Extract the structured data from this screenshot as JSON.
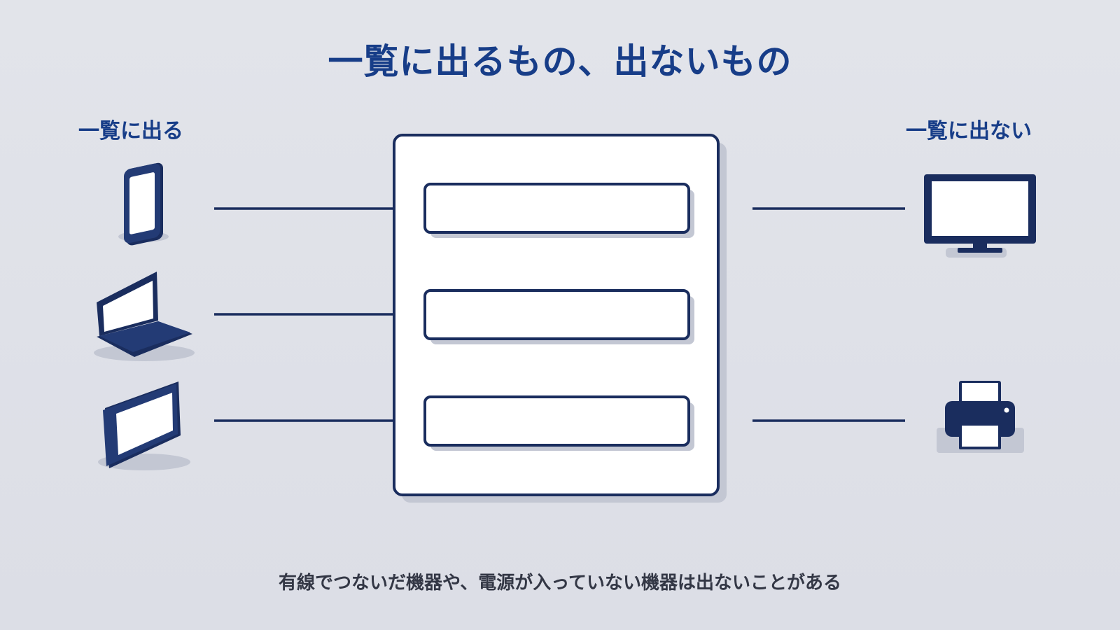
{
  "title": "一覧に出るもの、出ないもの",
  "left_heading": "一覧に出る",
  "right_heading": "一覧に出ない",
  "caption": "有線でつないだ機器や、電源が入っていない機器は出ないことがある",
  "left_devices": [
    {
      "icon": "smartphone-icon"
    },
    {
      "icon": "laptop-icon"
    },
    {
      "icon": "tablet-icon"
    }
  ],
  "right_devices": [
    {
      "icon": "monitor-icon"
    },
    {
      "icon": "printer-icon"
    }
  ],
  "list_rows": 3,
  "colors": {
    "navy": "#1a2d5e",
    "title_blue": "#173d88",
    "background": "#dfe1e8",
    "panel": "#ffffff",
    "shadow": "#c3c7d3"
  }
}
